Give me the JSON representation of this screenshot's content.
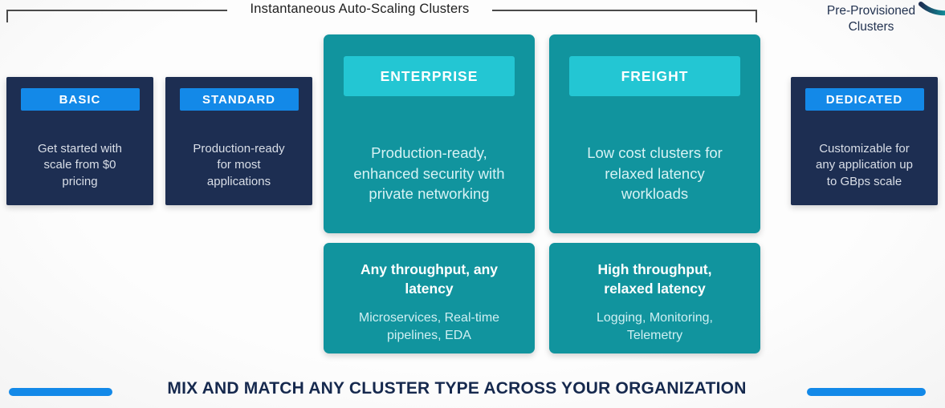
{
  "header": {
    "bracket_label": "Instantaneous Auto-Scaling Clusters",
    "right_label": "Pre-Provisioned Clusters"
  },
  "clusters": {
    "basic": {
      "badge": "BASIC",
      "description": "Get started with scale from $0 pricing"
    },
    "standard": {
      "badge": "STANDARD",
      "description": "Production-ready for most applications"
    },
    "enterprise": {
      "badge": "ENTERPRISE",
      "description": "Production-ready, enhanced security with private networking"
    },
    "freight": {
      "badge": "FREIGHT",
      "description": "Low cost clusters for relaxed latency workloads"
    },
    "dedicated": {
      "badge": "DEDICATED",
      "description": "Customizable for any application up to GBps scale"
    }
  },
  "workloads": {
    "enterprise": {
      "title": "Any throughput, any latency",
      "examples": "Microservices, Real-time pipelines, EDA"
    },
    "freight": {
      "title": "High throughput, relaxed latency",
      "examples": "Logging, Monitoring, Telemetry"
    }
  },
  "footer": {
    "text": "MIX AND MATCH ANY CLUSTER TYPE ACROSS YOUR ORGANIZATION"
  },
  "colors": {
    "navy": "#1d2e52",
    "blue": "#1389e8",
    "teal": "#11949e",
    "cyan": "#23c6d3"
  }
}
